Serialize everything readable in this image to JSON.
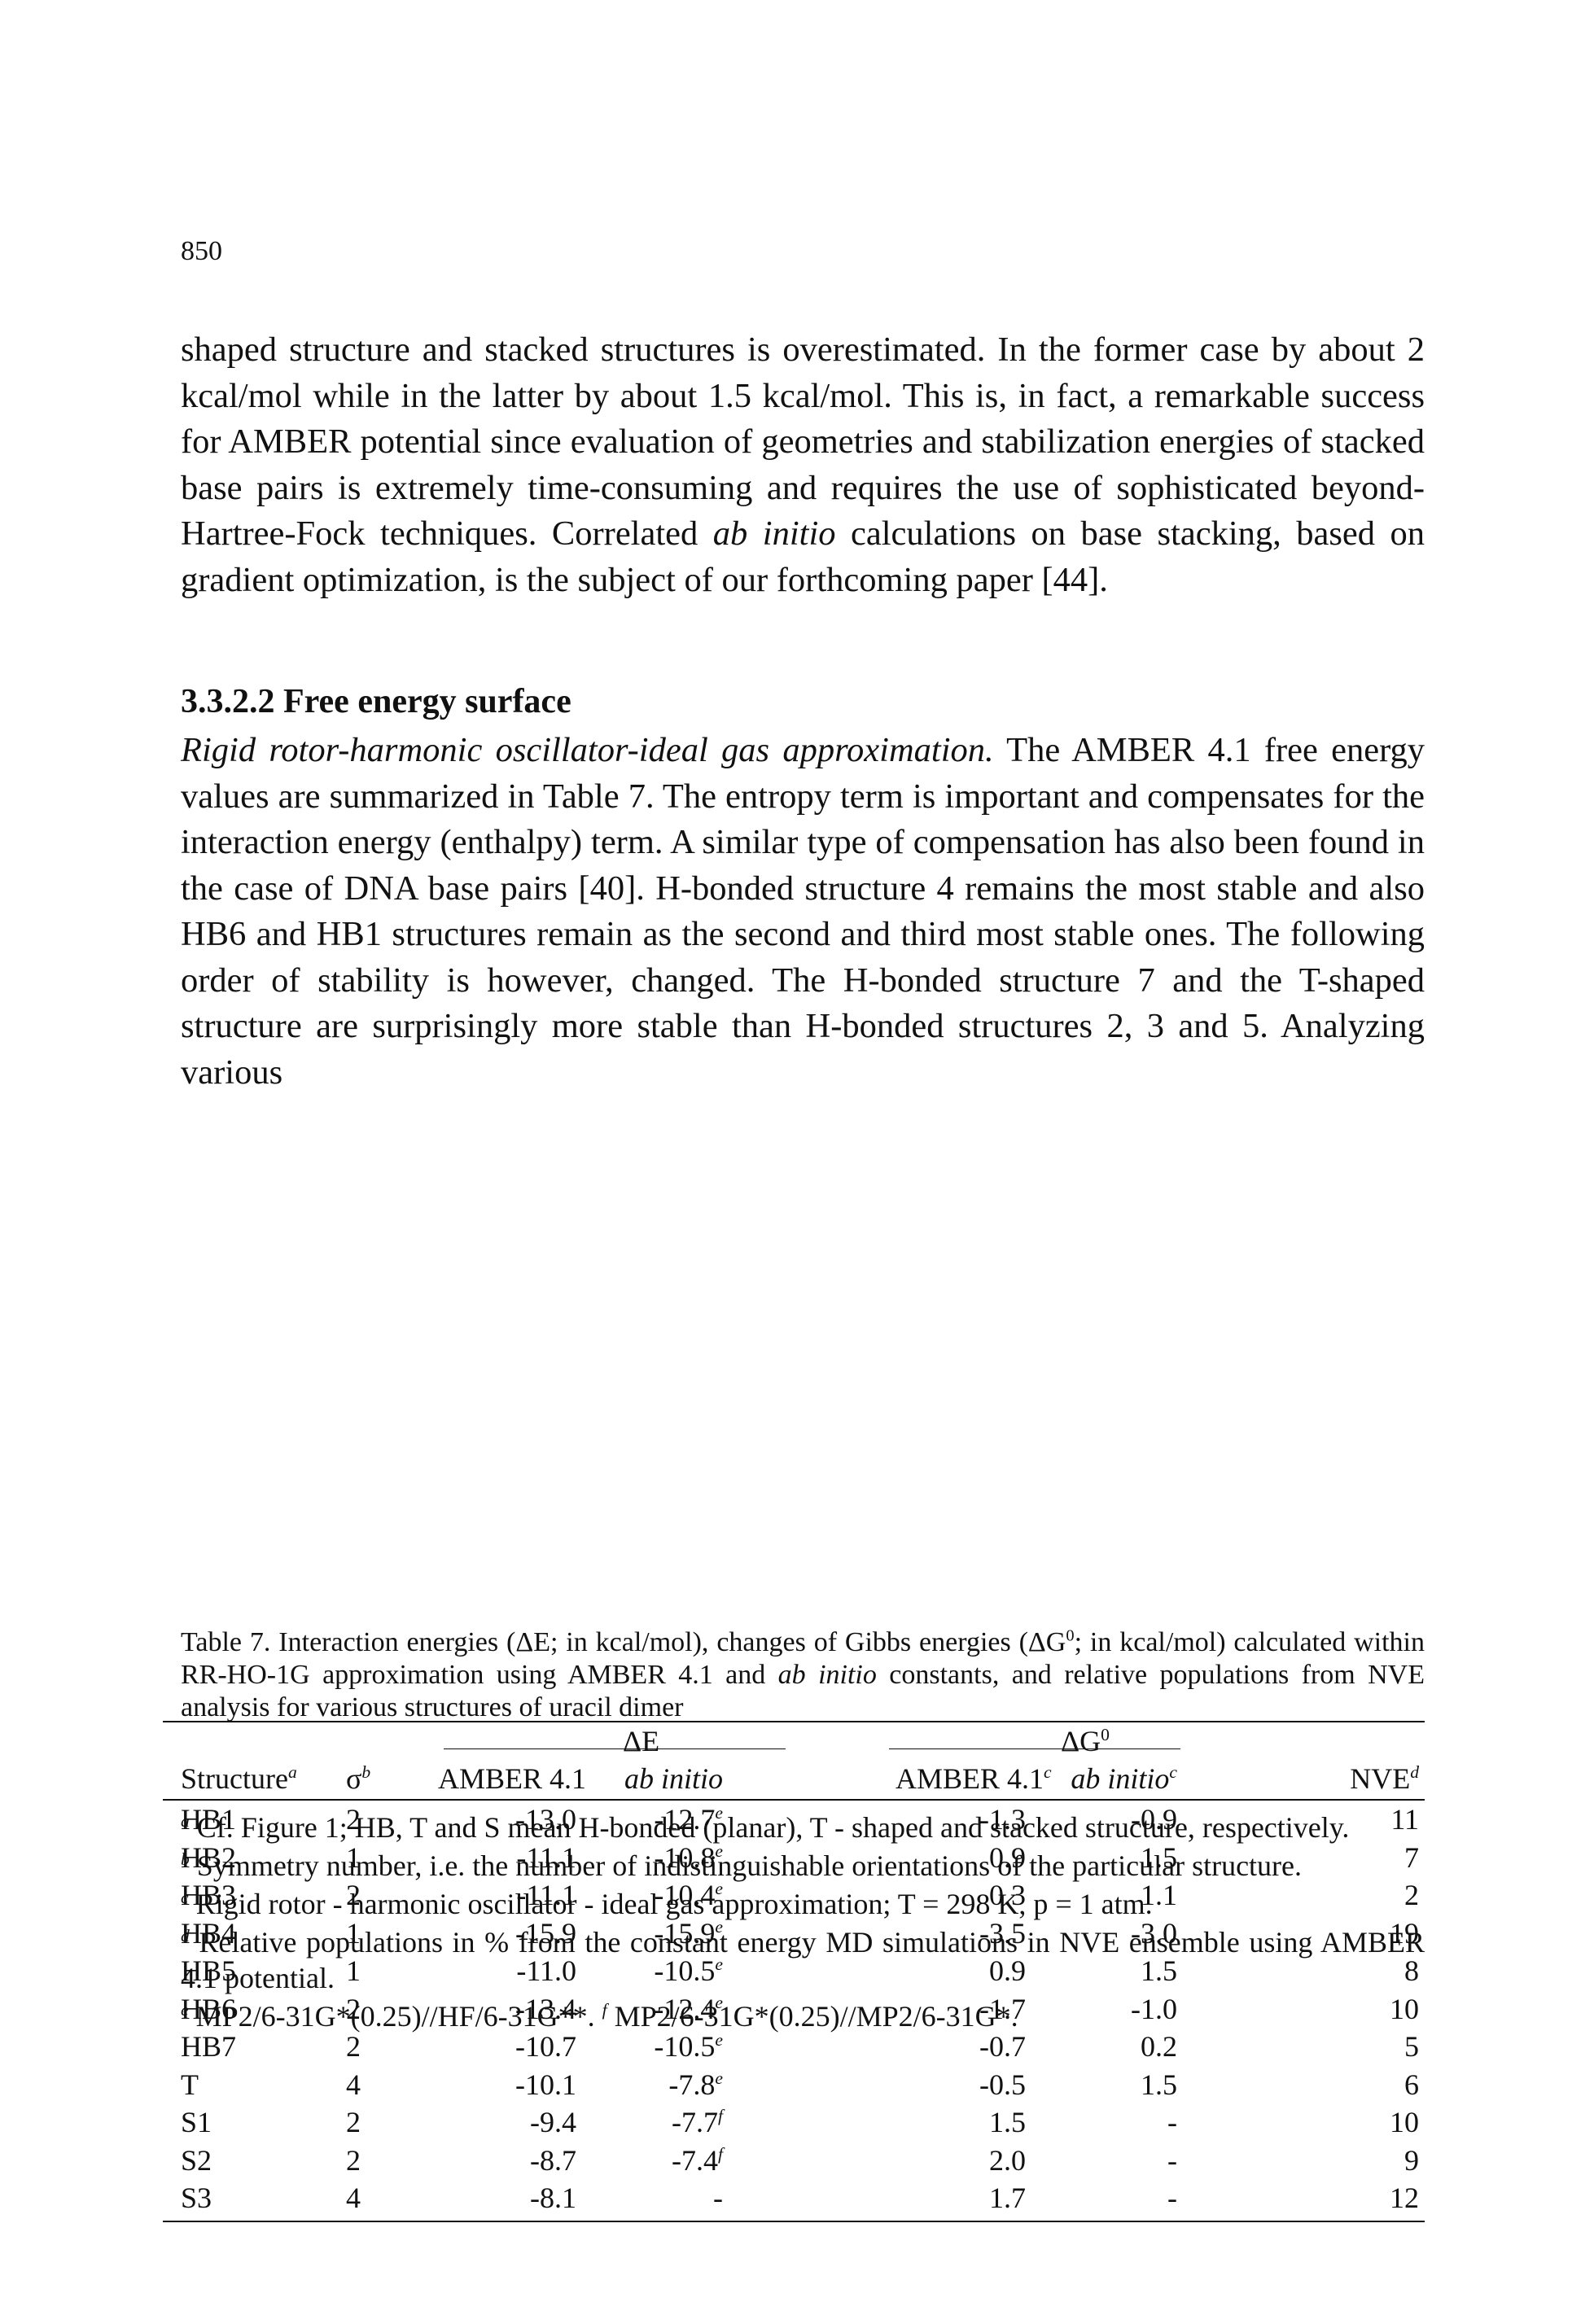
{
  "page_number": "850",
  "paragraph1": "shaped structure and stacked structures is overestimated. In the former case by about 2 kcal/mol while in the latter by about 1.5 kcal/mol. This is, in fact, a remarkable success for AMBER potential since evaluation of geometries and stabilization energies of stacked base pairs is extremely time-consuming and requires the use of sophisticated beyond-Hartree-Fock techniques. Correlated",
  "paragraph1_italic": "ab initio",
  "paragraph1_tail": "calculations on base stacking, based on gradient optimization, is the subject of our forthcoming paper [44].",
  "section_heading": "3.3.2.2 Free energy surface",
  "paragraph2_lead": "Rigid rotor-harmonic oscillator-ideal gas approximation.",
  "paragraph2_body": "The AMBER 4.1 free energy values are summarized in Table 7. The entropy term is important and compensates for the interaction energy (enthalpy) term. A similar type of compensation has also been found in the case of DNA base pairs [40]. H-bonded structure 4 remains the most stable and also HB6 and HB1 structures remain as the second and third most stable ones. The following order of stability is however, changed. The H-bonded structure 7 and the T-shaped structure are surprisingly more stable than H-bonded structures 2, 3 and 5. Analyzing various",
  "caption": {
    "a": "Table 7. Interaction energies (ΔE; in kcal/mol), changes of Gibbs energies (ΔG",
    "sup": "0",
    "b": "; in kcal/mol) calculated within RR-HO-1G approximation using AMBER 4.1 and",
    "italic": "ab initio",
    "c": "constants, and relative populations from NVE analysis for various structures of uracil dimer"
  },
  "table": {
    "group_headers": {
      "delta_e": "ΔE",
      "delta_g": "ΔG",
      "delta_g_sup": "0"
    },
    "headers": {
      "structure": "Structure",
      "structure_sup": "a",
      "sigma": "σ",
      "sigma_sup": "b",
      "ae_amber": "AMBER 4.1",
      "ae_abinitio": "ab initio",
      "dg_amber": "AMBER 4.1",
      "dg_amber_sup": "c",
      "dg_abinitio": "ab initio",
      "dg_abinitio_sup": "c",
      "nve": "NVE",
      "nve_sup": "d"
    },
    "rows": [
      {
        "structure": "HB1",
        "sigma": "2",
        "ae_amber": "-13.0",
        "ae_abinitio": "-12.7",
        "ae_sup": "e",
        "dg_amber": "-1.3",
        "dg_abinitio": "-0.9",
        "nve": "11"
      },
      {
        "structure": "HB2",
        "sigma": "1",
        "ae_amber": "-11.1",
        "ae_abinitio": "-10.8",
        "ae_sup": "e",
        "dg_amber": "0.9",
        "dg_abinitio": "1.5",
        "nve": "7"
      },
      {
        "structure": "HB3",
        "sigma": "2",
        "ae_amber": "-11.1",
        "ae_abinitio": "-10.4",
        "ae_sup": "e",
        "dg_amber": "0.3",
        "dg_abinitio": "1.1",
        "nve": "2"
      },
      {
        "structure": "HB4",
        "sigma": "1",
        "ae_amber": "-15.9",
        "ae_abinitio": "-15.9",
        "ae_sup": "e",
        "dg_amber": "-3.5",
        "dg_abinitio": "-3.0",
        "nve": "19"
      },
      {
        "structure": "HB5",
        "sigma": "1",
        "ae_amber": "-11.0",
        "ae_abinitio": "-10.5",
        "ae_sup": "e",
        "dg_amber": "0.9",
        "dg_abinitio": "1.5",
        "nve": "8"
      },
      {
        "structure": "HB6",
        "sigma": "2",
        "ae_amber": "-13.4",
        "ae_abinitio": "-12.4",
        "ae_sup": "e",
        "dg_amber": "-1.7",
        "dg_abinitio": "-1.0",
        "nve": "10"
      },
      {
        "structure": "HB7",
        "sigma": "2",
        "ae_amber": "-10.7",
        "ae_abinitio": "-10.5",
        "ae_sup": "e",
        "dg_amber": "-0.7",
        "dg_abinitio": "0.2",
        "nve": "5"
      },
      {
        "structure": "T",
        "sigma": "4",
        "ae_amber": "-10.1",
        "ae_abinitio": "-7.8",
        "ae_sup": "e",
        "dg_amber": "-0.5",
        "dg_abinitio": "1.5",
        "nve": "6"
      },
      {
        "structure": "S1",
        "sigma": "2",
        "ae_amber": "-9.4",
        "ae_abinitio": "-7.7",
        "ae_sup": "f",
        "dg_amber": "1.5",
        "dg_abinitio": "-",
        "nve": "10"
      },
      {
        "structure": "S2",
        "sigma": "2",
        "ae_amber": "-8.7",
        "ae_abinitio": "-7.4",
        "ae_sup": "f",
        "dg_amber": "2.0",
        "dg_abinitio": "-",
        "nve": "9"
      },
      {
        "structure": "S3",
        "sigma": "4",
        "ae_amber": "-8.1",
        "ae_abinitio": "-",
        "ae_sup": "",
        "dg_amber": "1.7",
        "dg_abinitio": "-",
        "nve": "12"
      }
    ]
  },
  "footnotes": {
    "a_mark": "a",
    "a": "Cf. Figure 1; HB, T and S mean H-bonded (planar), T - shaped and stacked structure, respectively.",
    "b_mark": "b",
    "b": "Symmetry number, i.e. the number of indistinguishable orientations of the particular structure.",
    "c_mark": "c",
    "c": "Rigid rotor - harmonic oscillator - ideal gas approximation; T = 298 K, p = 1 atm.",
    "d_mark": "d",
    "d": "Relative populations in % from the constant energy MD simulations in NVE ensemble using AMBER 4.1 potential.",
    "e_mark": "e",
    "e": "MP2/6-31G*(0.25)//HF/6-31G**.",
    "f_mark": "f",
    "f": "MP2/6-31G*(0.25)//MP2/6-31G*."
  }
}
